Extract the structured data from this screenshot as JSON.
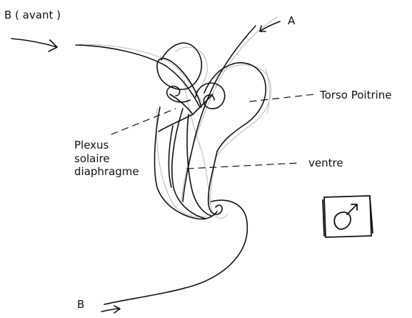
{
  "labels": {
    "b_avant": "B ( avant )",
    "a": "A",
    "torso_poitrine": "Torso  Poitrine",
    "ventre": "ventre",
    "plexus": [
      "Plexus",
      "solaire",
      "diaphragme"
    ],
    "b": "B"
  },
  "symbol": {
    "name": "male-symbol",
    "glyph": "♂"
  },
  "colors": {
    "ink": "#111111",
    "pencil": "#b5b5b5",
    "background": "#ffffff"
  }
}
